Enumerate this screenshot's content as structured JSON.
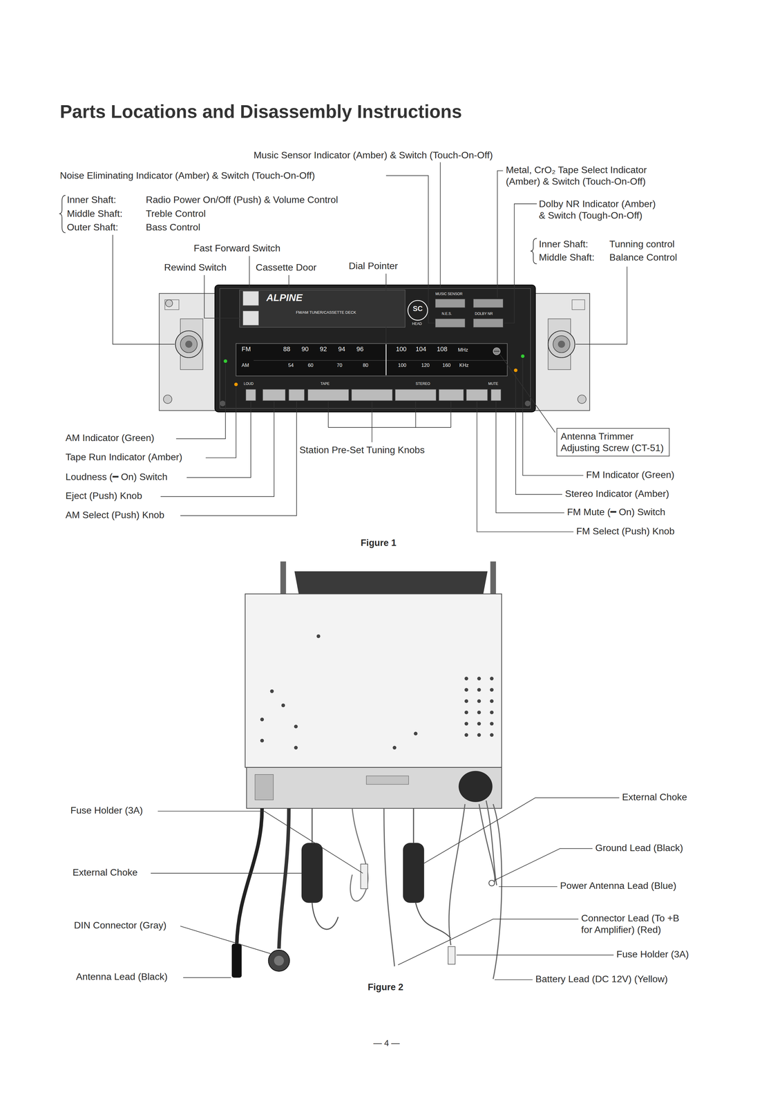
{
  "diagram": {
    "title": "Parts Locations and Disassembly Instructions",
    "nodes": [
      {
        "text": [
          "Antenna Trimmer Adjusting Screw (CT-51)"
        ]
      }
    ],
    "labels": [
      "Music Sensor Indicator (Amber) & Switch (Touch-On-Off)",
      "Noise Eliminating Indicator (Amber) & Switch (Touch-On-Off)",
      "Metal, CrO₂ Tape Select Indicator (Amber) & Switch (Touch-On-Off)",
      "Inner Shaft:",
      "Radio Power On/Off (Push) & Volume Control",
      "Middle Shaft:",
      "Treble Control",
      "Outer Shaft:",
      "Bass Control",
      "Dolby NR Indicator (Amber) & Switch (Tough-On-Off)",
      "Inner Shaft:",
      "Tunning control",
      "Middle Shaft:",
      "Balance Control",
      "Fast Forward Switch",
      "Rewind Switch",
      "Cassette Door",
      "Dial Pointer",
      "AM Indicator (Green)",
      "Tape Run Indicator (Amber)",
      "Loudness (━ On) Switch",
      "Eject (Push) Knob",
      "AM Select (Push) Knob",
      "Station Pre-Set Tuning Knobs",
      "FM Indicator (Green)",
      "Stereo Indicator (Amber)",
      "FM Mute (━ On) Switch",
      "FM Select (Push) Knob",
      "Figure 1",
      "External Choke",
      "Fuse Holder (3A)",
      "Ground Lead (Black)",
      "External Choke",
      "Power Antenna Lead (Blue)",
      "DIN Connector (Gray)",
      "Connector Lead (To +B for Amplifier) (Red)",
      "Fuse Holder (3A)",
      "Antenna Lead (Black)",
      "Battery Lead (DC 12V) (Yellow)",
      "Figure 2",
      "— 4 —",
      "ALPINE",
      "FM/AM TUNER/CASSETTE DECK",
      "SC",
      "HEAD",
      "MUSIC SENSOR",
      "N.E.S.",
      "DOLBY NR",
      "FM",
      "88",
      "90",
      "92",
      "94",
      "96",
      "100",
      "104",
      "108",
      "MHz",
      "AM",
      "54",
      "60",
      "70",
      "80",
      "100",
      "120",
      "160",
      "KHz",
      "LOUD",
      "TAPE",
      "STEREO",
      "MUTE"
    ]
  }
}
